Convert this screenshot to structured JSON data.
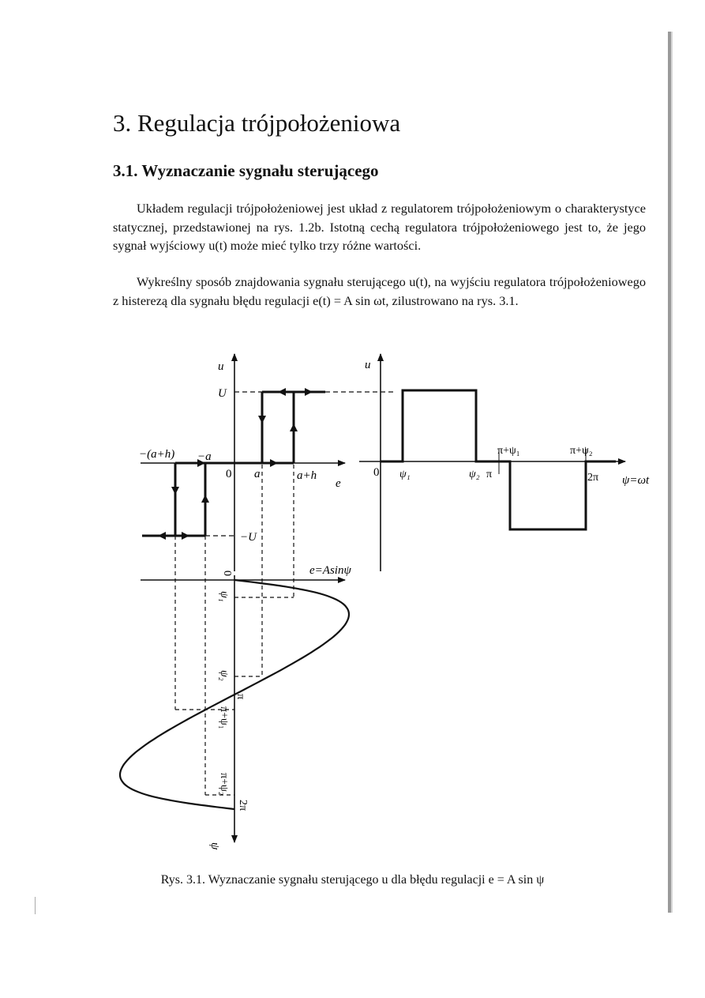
{
  "chapter": {
    "title": "3. Regulacja trójpołożeniowa"
  },
  "section": {
    "title": "3.1. Wyznaczanie sygnału sterującego"
  },
  "paragraphs": [
    "Układem regulacji trójpołożeniowej jest układ z regulatorem trójpołożeniowym o charakterystyce statycznej, przedstawionej na rys. 1.2b. Istotną cechą regulatora trójpołożeniowego jest to, że jego sygnał wyjściowy u(t) może mieć tylko trzy różne wartości.",
    "Wykreślny sposób znajdowania sygnału sterującego u(t), na wyjściu regulatora trójpołożeniowego z histerezą dla sygnału błędu regulacji e(t) = A sin ωt, zilustrowano na rys. 3.1."
  ],
  "figure": {
    "hysteresis_plot": {
      "axis_vertical": "u",
      "axis_horizontal": "e",
      "level_high": "U",
      "level_low": "−U",
      "origin": "0",
      "threshold_outer_neg": "−(a+h)",
      "threshold_inner_neg": "−a",
      "threshold_inner_pos": "a",
      "threshold_outer_pos": "a+h"
    },
    "output_plot": {
      "axis_vertical": "u",
      "axis_horizontal": "ψ=ωt",
      "origin": "0",
      "tick_labels": [
        "ψ₁",
        "ψ₂",
        "π",
        "π+ψ₁",
        "π+ψ₂",
        "2π"
      ]
    },
    "input_plot": {
      "signal_label": "e=Asinψ",
      "axis_vertical": "ψ",
      "tick_labels": [
        "0",
        "ψ₁",
        "ψ₂",
        "π",
        "π+ψ₁",
        "π+ψ₂",
        "2π"
      ]
    }
  },
  "caption": "Rys. 3.1. Wyznaczanie sygnału sterującego u dla błędu regulacji e = A sin ψ"
}
